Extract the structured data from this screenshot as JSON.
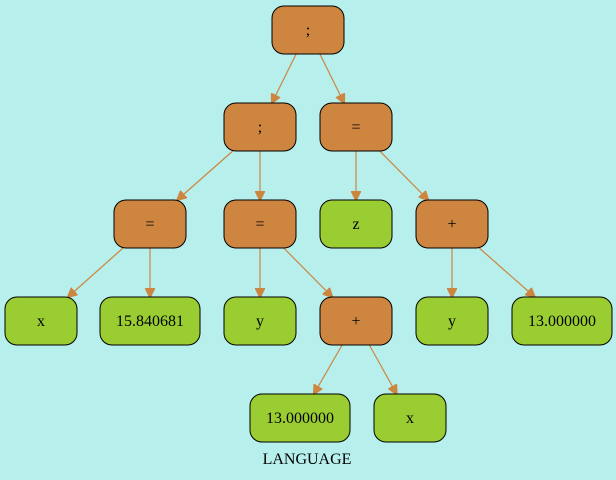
{
  "colors": {
    "background": "#b6efeb",
    "operator_fill": "#cd853f",
    "leaf_fill": "#9acd32",
    "edge": "#cd853f"
  },
  "caption": "LANGUAGE",
  "nodes": [
    {
      "id": "n0",
      "label": ";",
      "kind": "operator",
      "icon": "operator-node"
    },
    {
      "id": "n1",
      "label": ";",
      "kind": "operator",
      "icon": "operator-node"
    },
    {
      "id": "n2",
      "label": "=",
      "kind": "operator",
      "icon": "operator-node"
    },
    {
      "id": "n3",
      "label": "=",
      "kind": "operator",
      "icon": "operator-node"
    },
    {
      "id": "n4",
      "label": "=",
      "kind": "operator",
      "icon": "operator-node"
    },
    {
      "id": "n5",
      "label": "+",
      "kind": "operator",
      "icon": "operator-node"
    },
    {
      "id": "n6",
      "label": "+",
      "kind": "operator",
      "icon": "operator-node"
    },
    {
      "id": "n7",
      "label": "x",
      "kind": "leaf",
      "icon": "leaf-node"
    },
    {
      "id": "n8",
      "label": "15.840681",
      "kind": "leaf",
      "icon": "leaf-node"
    },
    {
      "id": "n9",
      "label": "y",
      "kind": "leaf",
      "icon": "leaf-node"
    },
    {
      "id": "n10",
      "label": "z",
      "kind": "leaf",
      "icon": "leaf-node"
    },
    {
      "id": "n11",
      "label": "y",
      "kind": "leaf",
      "icon": "leaf-node"
    },
    {
      "id": "n12",
      "label": "13.000000",
      "kind": "leaf",
      "icon": "leaf-node"
    },
    {
      "id": "n13",
      "label": "13.000000",
      "kind": "leaf",
      "icon": "leaf-node"
    },
    {
      "id": "n14",
      "label": "x",
      "kind": "leaf",
      "icon": "leaf-node"
    }
  ],
  "edges": [
    {
      "from": "n0",
      "to": "n1"
    },
    {
      "from": "n0",
      "to": "n4"
    },
    {
      "from": "n1",
      "to": "n2"
    },
    {
      "from": "n1",
      "to": "n3"
    },
    {
      "from": "n2",
      "to": "n7"
    },
    {
      "from": "n2",
      "to": "n8"
    },
    {
      "from": "n3",
      "to": "n9"
    },
    {
      "from": "n3",
      "to": "n5"
    },
    {
      "from": "n4",
      "to": "n10"
    },
    {
      "from": "n4",
      "to": "n6"
    },
    {
      "from": "n6",
      "to": "n11"
    },
    {
      "from": "n6",
      "to": "n12"
    },
    {
      "from": "n5",
      "to": "n13"
    },
    {
      "from": "n5",
      "to": "n14"
    }
  ]
}
